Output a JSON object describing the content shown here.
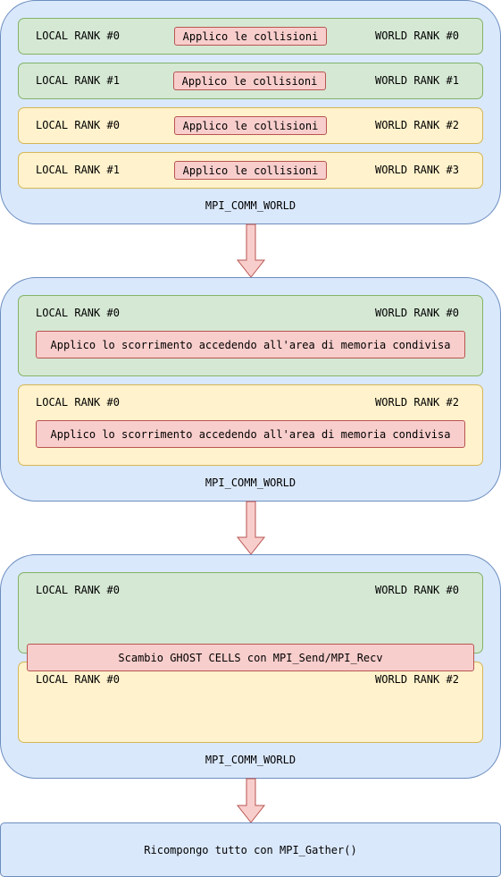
{
  "stage1": {
    "rows": [
      {
        "local": "LOCAL RANK #0",
        "action": "Applico le collisioni",
        "world": "WORLD RANK #0"
      },
      {
        "local": "LOCAL RANK #1",
        "action": "Applico le collisioni",
        "world": "WORLD RANK #1"
      },
      {
        "local": "LOCAL RANK #0",
        "action": "Applico le collisioni",
        "world": "WORLD RANK #2"
      },
      {
        "local": "LOCAL RANK #1",
        "action": "Applico le collisioni",
        "world": "WORLD RANK #3"
      }
    ],
    "comm": "MPI_COMM_WORLD"
  },
  "stage2": {
    "nodes": [
      {
        "local": "LOCAL RANK #0",
        "world": "WORLD RANK #0",
        "action": "Applico lo scorrimento accedendo all'area di memoria condivisa"
      },
      {
        "local": "LOCAL RANK #0",
        "world": "WORLD RANK #2",
        "action": "Applico lo scorrimento accedendo all'area di memoria condivisa"
      }
    ],
    "comm": "MPI_COMM_WORLD"
  },
  "stage3": {
    "nodes": [
      {
        "local": "LOCAL RANK #0",
        "world": "WORLD RANK #0"
      },
      {
        "local": "LOCAL RANK #0",
        "world": "WORLD RANK #2"
      }
    ],
    "exchange": "Scambio GHOST CELLS con MPI_Send/MPI_Recv",
    "comm": "MPI_COMM_WORLD"
  },
  "stage4": {
    "text": "Ricompongo tutto con MPI_Gather()"
  },
  "colors": {
    "group_fill": "#dae8fc",
    "group_stroke": "#6c8ebf",
    "green_fill": "#d5e8d4",
    "green_stroke": "#82b366",
    "yellow_fill": "#fff2cc",
    "yellow_stroke": "#d6b656",
    "red_fill": "#f8cecc",
    "red_stroke": "#b85450"
  }
}
